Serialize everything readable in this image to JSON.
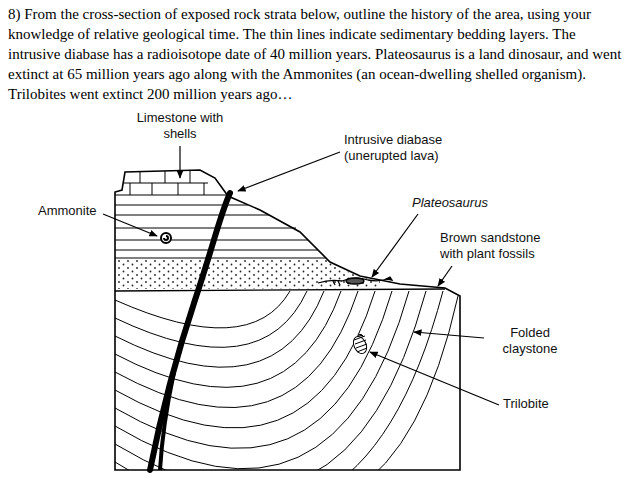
{
  "diagram": {
    "title": "8) From the cross-section of exposed rock strata below, outline the history of the area, using your knowledge of relative geological time. The thin lines indicate sedimentary bedding layers. The intrusive diabase has a radioisotope date of 40 million years. Plateosaurus is a land dinosaur, and went extinct at 65 million years ago along with the Ammonites (an ocean-dwelling shelled organism). Trilobites went extinct 200 million years ago…",
    "labels": [
      "Limestone with shells",
      "Intrusive diabase (unerupted lava)",
      "Ammonite",
      "Plateosaurus",
      "Brown sandstone with plant fossils",
      "Folded claystone",
      "Trilobite"
    ]
  }
}
